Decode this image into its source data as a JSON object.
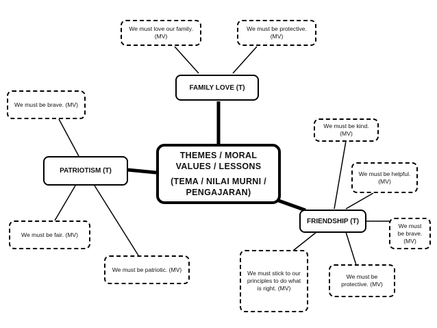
{
  "center": {
    "line1": "THEMES / MORAL",
    "line2": "VALUES / LESSONS",
    "line3": "(TEMA / NILAI MURNI /",
    "line4": "PENGAJARAN)"
  },
  "themes": {
    "family_love": "FAMILY LOVE (T)",
    "patriotism": "PATRIOTISM (T)",
    "friendship": "FRIENDSHIP (T)"
  },
  "values": {
    "love_family": [
      "We must love our family.",
      "(MV)"
    ],
    "protective_family": [
      "We must be protective.",
      "(MV)"
    ],
    "brave_patriot": [
      "We must be brave. (MV)"
    ],
    "fair": [
      "We must be fair. (MV)"
    ],
    "patriotic": [
      "We must be patriotic. (MV)"
    ],
    "kind": [
      "We must be kind.",
      "(MV)"
    ],
    "helpful": [
      "We must be helpful.",
      "(MV)"
    ],
    "brave_friend": [
      "We must",
      "be brave.",
      "(MV)"
    ],
    "principles": [
      "We must stick to our",
      "principles to do what",
      "is right. (MV)"
    ],
    "protective_friend": [
      "We must be",
      "protective. (MV)"
    ]
  }
}
